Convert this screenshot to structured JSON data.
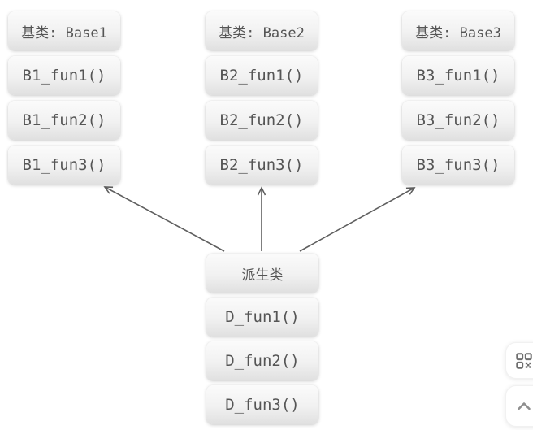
{
  "diagram": {
    "base_columns": [
      {
        "title": "基类: Base1",
        "methods": [
          "B1_fun1()",
          "B1_fun2()",
          "B1_fun3()"
        ]
      },
      {
        "title": "基类: Base2",
        "methods": [
          "B2_fun1()",
          "B2_fun2()",
          "B2_fun3()"
        ]
      },
      {
        "title": "基类: Base3",
        "methods": [
          "B3_fun1()",
          "B3_fun2()",
          "B3_fun3()"
        ]
      }
    ],
    "derived": {
      "title": "派生类",
      "methods": [
        "D_fun1()",
        "D_fun2()",
        "D_fun3()"
      ]
    },
    "arrows": [
      {
        "from": "derived",
        "to": "base1"
      },
      {
        "from": "derived",
        "to": "base2"
      },
      {
        "from": "derived",
        "to": "base3"
      }
    ]
  },
  "colors": {
    "background": "#ffffff",
    "box_text": "#555555",
    "arrow": "#5f5f5f",
    "icon_gray": "#6e6e6e",
    "chevron_gray": "#8f8f8f"
  },
  "floating_buttons": [
    {
      "label": "qr-code"
    },
    {
      "label": "back-to-top"
    }
  ]
}
